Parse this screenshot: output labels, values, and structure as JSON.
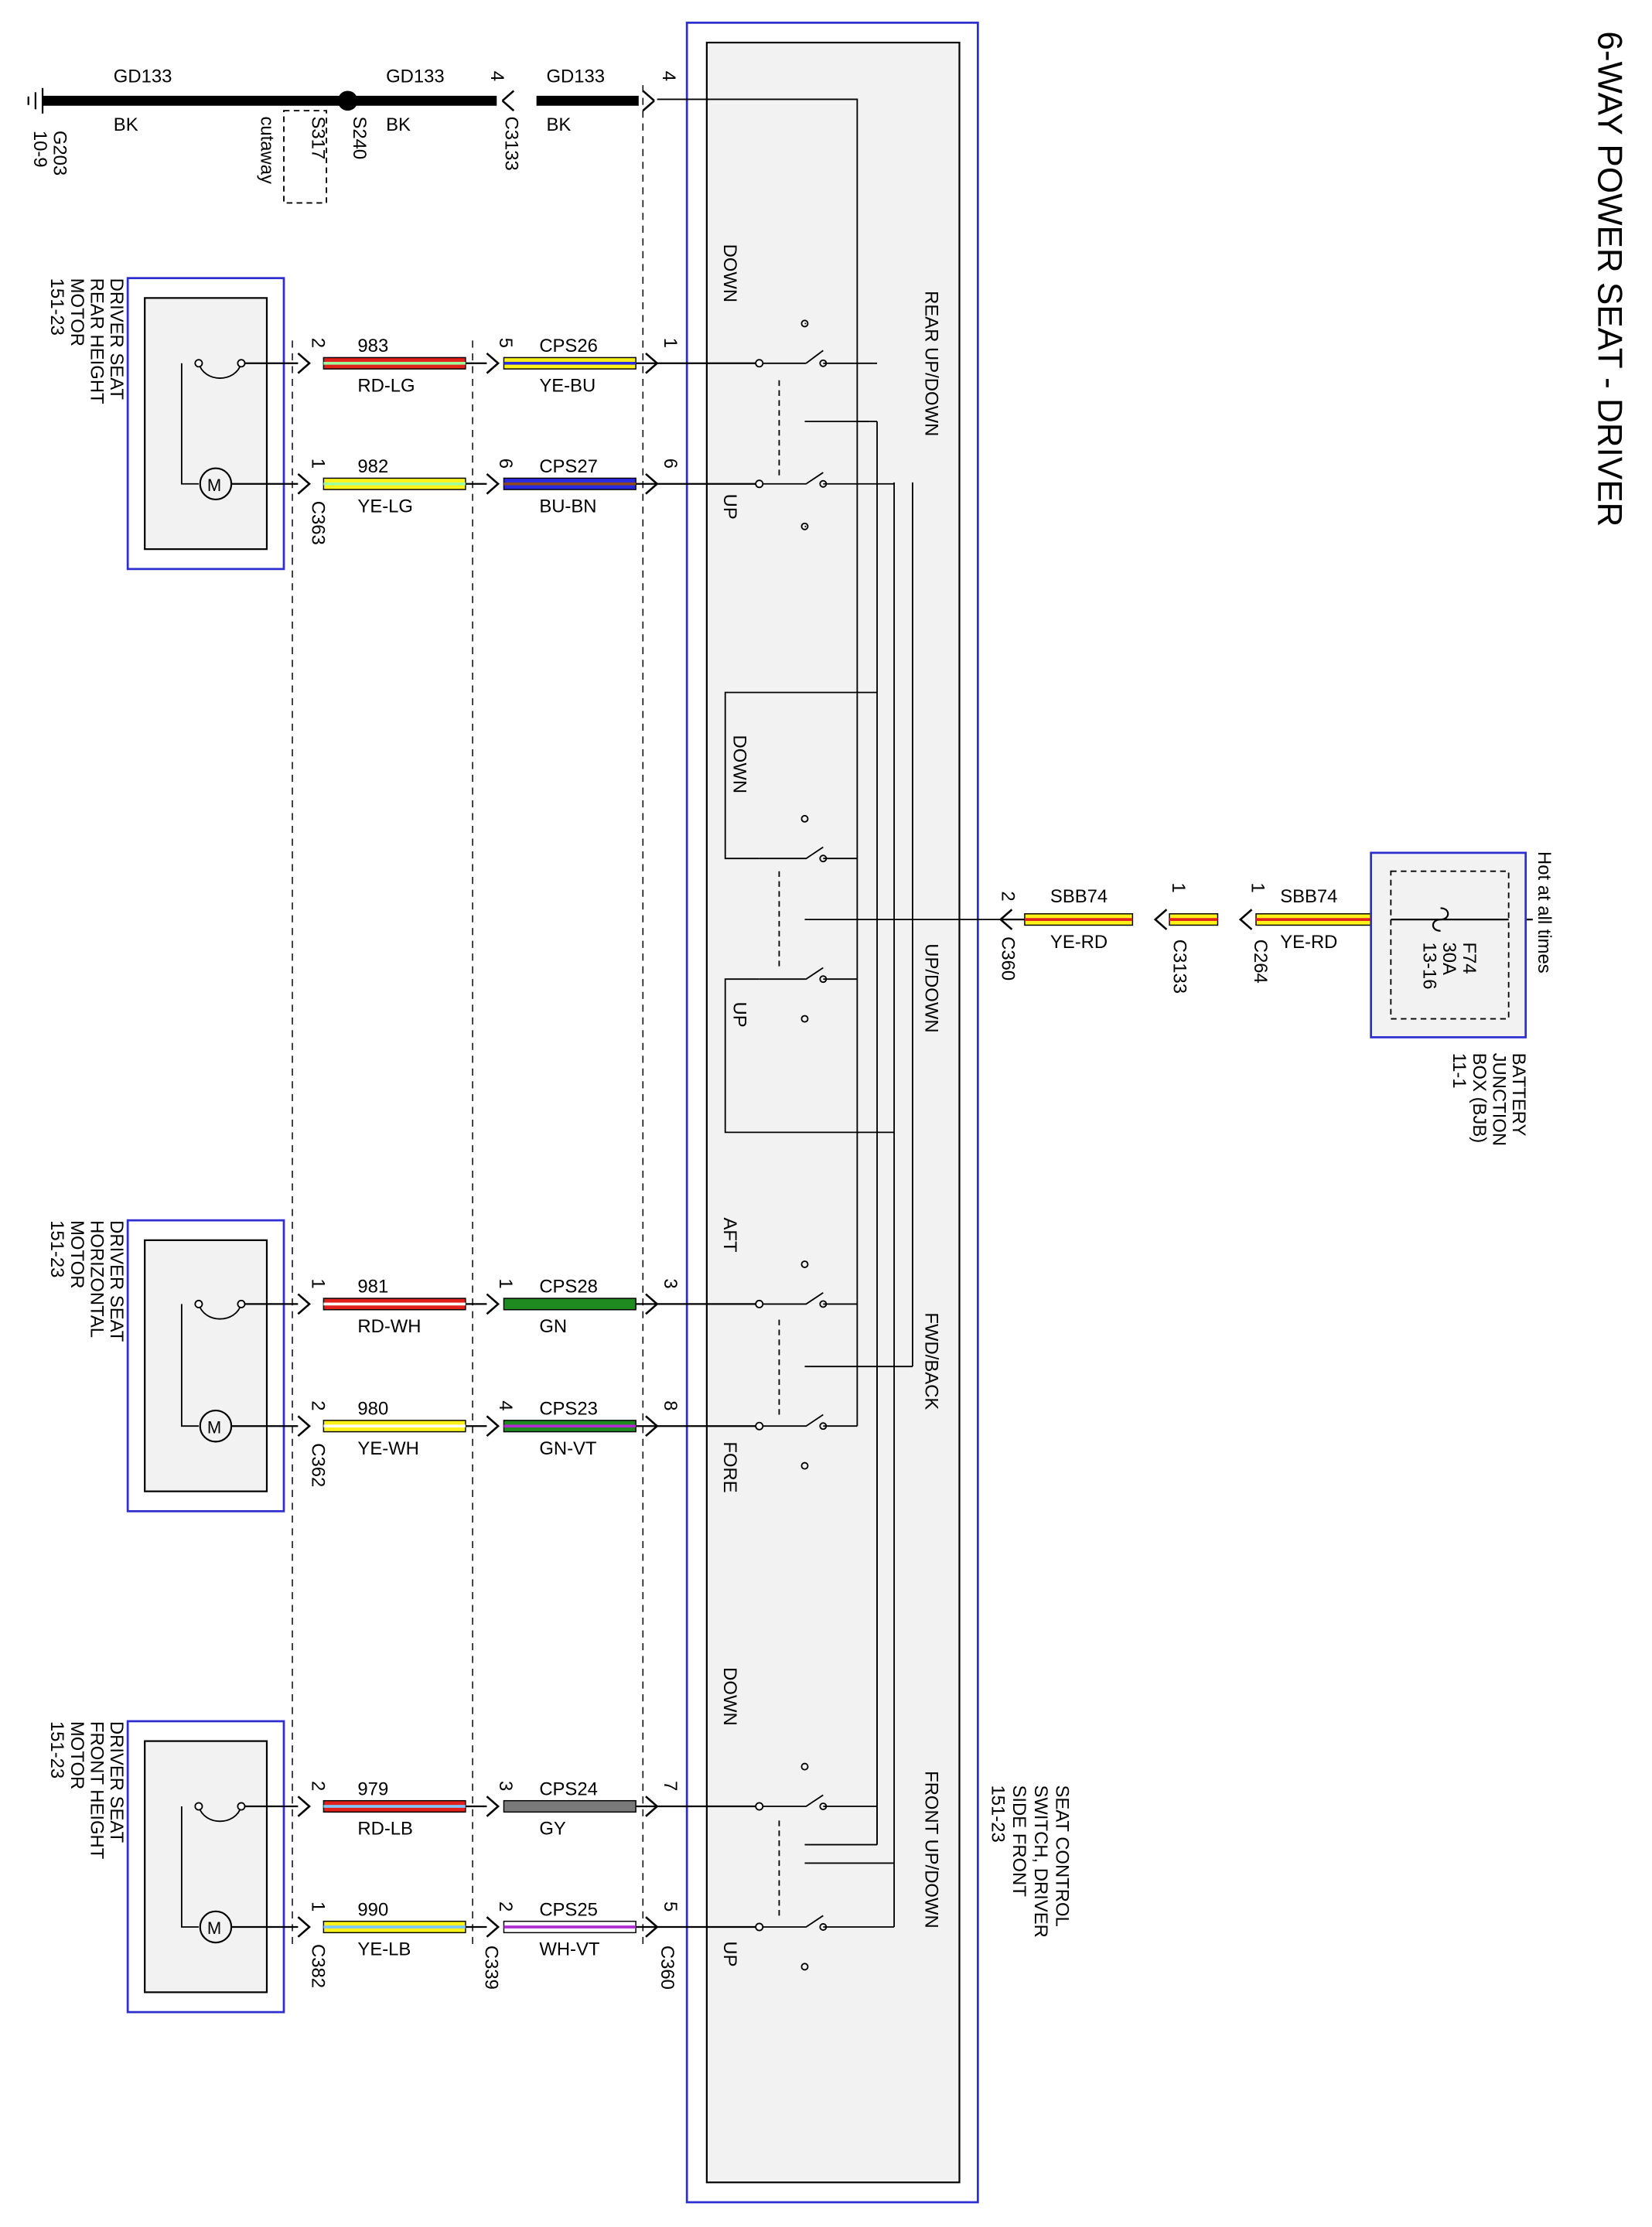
{
  "title": "6-WAY POWER SEAT - DRIVER",
  "colors": {
    "module_border": "#2f2fd0",
    "module_fill": "#f2f2f2",
    "wire_BK": "#000000"
  },
  "wire_colors": {
    "RD": "#e0201a",
    "LG": "#9dff9d",
    "YE": "#fff21a",
    "BU": "#2a2ae0",
    "BN": "#8a4a1e",
    "WH": "#ffffff",
    "GN": "#1f8a1f",
    "VT": "#b02ad0",
    "LB": "#7fc8ff",
    "GY": "#7a7a7a"
  },
  "ground": {
    "g_ref": "G203",
    "g_page": "10-9",
    "splice1": "S317",
    "cutaway": "cutaway",
    "splice2": "S240",
    "wire_name": "GD133",
    "wire_color": "BK",
    "conn_c3133": "C3133",
    "pin_c3133": "4",
    "pin_module": "4"
  },
  "module": {
    "name": "SEAT CONTROL SWITCH, DRIVER SIDE FRONT",
    "line1": "SEAT CONTROL",
    "line2": "SWITCH, DRIVER",
    "line3": "SIDE FRONT",
    "page": "151-23",
    "connector": "C360",
    "power_pin": "2",
    "sections": {
      "rear": "REAR UP/DOWN",
      "updown": "UP/DOWN",
      "fwdback": "FWD/BACK",
      "front": "FRONT UP/DOWN"
    },
    "labels": {
      "rear_down": "DOWN",
      "rear_up": "UP",
      "mid_down": "DOWN",
      "mid_up": "UP",
      "aft": "AFT",
      "fore": "FORE",
      "front_down": "DOWN",
      "front_up": "UP"
    }
  },
  "motors": [
    {
      "name": "DRIVER SEAT REAR HEIGHT MOTOR",
      "l1": "DRIVER SEAT",
      "l2": "REAR HEIGHT",
      "l3": "MOTOR",
      "page": "151-23",
      "connector": "C363",
      "wires": [
        {
          "motor_pin": "2",
          "wire": "983",
          "wire_color": "RD-LG",
          "inline_pin": "5",
          "circuit": "CPS26",
          "circuit_color": "YE-BU",
          "module_pin": "1"
        },
        {
          "motor_pin": "1",
          "wire": "982",
          "wire_color": "YE-LG",
          "inline_pin": "6",
          "circuit": "CPS27",
          "circuit_color": "BU-BN",
          "module_pin": "6"
        }
      ]
    },
    {
      "name": "DRIVER SEAT HORIZONTAL MOTOR",
      "l1": "DRIVER SEAT",
      "l2": "HORIZONTAL",
      "l3": "MOTOR",
      "page": "151-23",
      "connector": "C362",
      "wires": [
        {
          "motor_pin": "1",
          "wire": "981",
          "wire_color": "RD-WH",
          "inline_pin": "1",
          "circuit": "CPS28",
          "circuit_color": "GN",
          "module_pin": "3"
        },
        {
          "motor_pin": "2",
          "wire": "980",
          "wire_color": "YE-WH",
          "inline_pin": "4",
          "circuit": "CPS23",
          "circuit_color": "GN-VT",
          "module_pin": "8"
        }
      ]
    },
    {
      "name": "DRIVER SEAT FRONT HEIGHT MOTOR",
      "l1": "DRIVER SEAT",
      "l2": "FRONT HEIGHT",
      "l3": "MOTOR",
      "page": "151-23",
      "connector": "C382",
      "wires": [
        {
          "motor_pin": "2",
          "wire": "979",
          "wire_color": "RD-LB",
          "inline_pin": "3",
          "circuit": "CPS24",
          "circuit_color": "GY",
          "module_pin": "7"
        },
        {
          "motor_pin": "1",
          "wire": "990",
          "wire_color": "YE-LB",
          "inline_pin": "2",
          "circuit": "CPS25",
          "circuit_color": "WH-VT",
          "module_pin": "5"
        }
      ]
    }
  ],
  "inline_connector": "C339",
  "power": {
    "hot_label": "Hot at all times",
    "fuse": "F74",
    "fuse_rating": "30A",
    "fuse_page": "13-16",
    "bjb_l1": "BATTERY",
    "bjb_l2": "JUNCTION",
    "bjb_l3": "BOX (BJB)",
    "bjb_page": "11-1",
    "wire": "SBB74",
    "wire_color": "YE-RD",
    "conn_c264": "C264",
    "pin_c264": "1",
    "conn_c3133": "C3133",
    "pin_c3133": "1"
  }
}
